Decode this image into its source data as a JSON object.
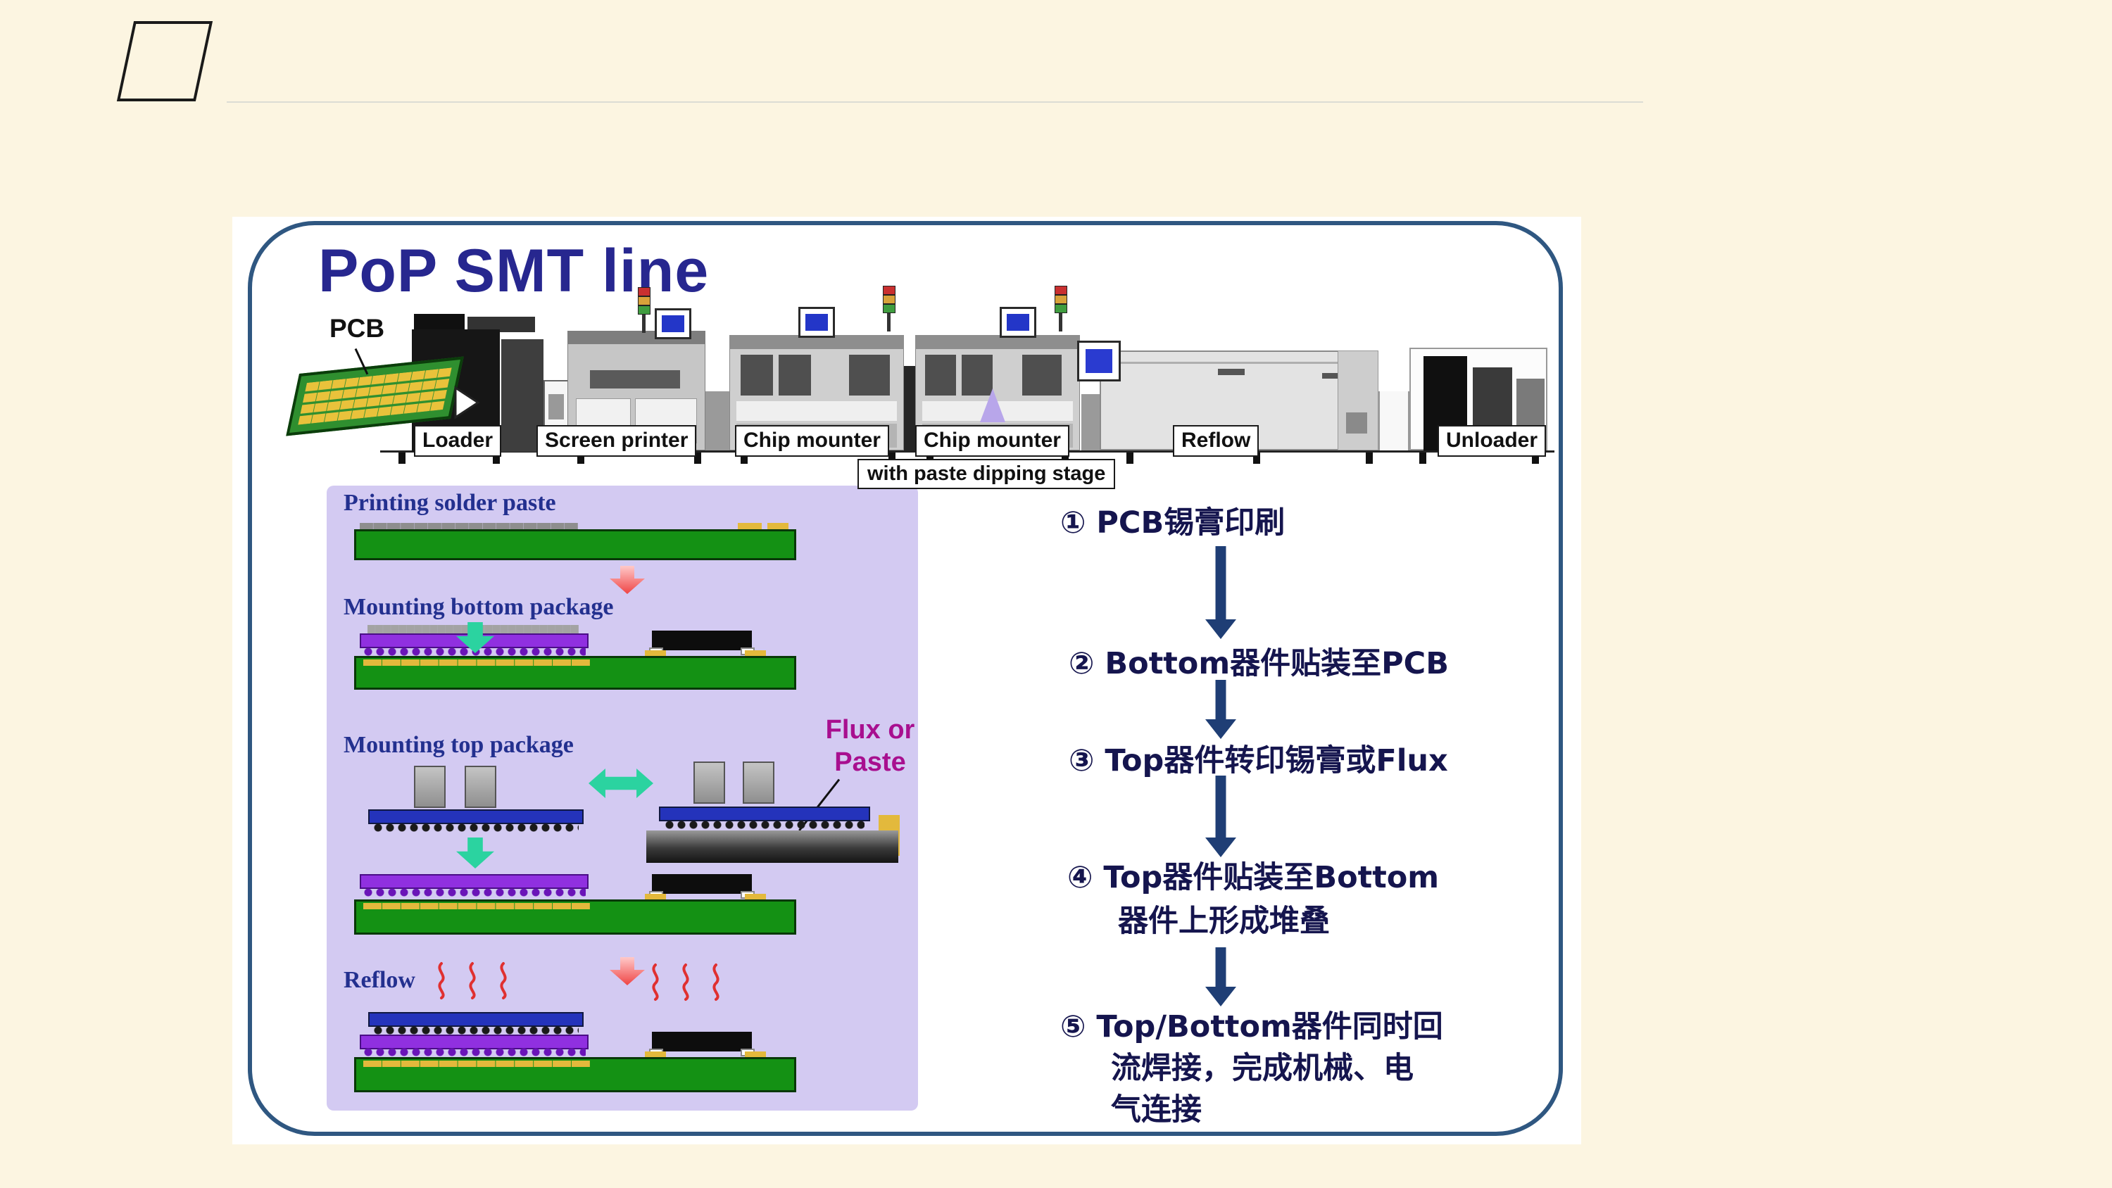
{
  "title": "PoP SMT line",
  "smt_line": {
    "pcb_label": "PCB",
    "machine_labels": [
      "Loader",
      "Screen printer",
      "Chip mounter",
      "Chip mounter",
      "Reflow",
      "Unloader"
    ],
    "stage_note": "with paste dipping stage"
  },
  "process_panel": {
    "captions": [
      "Printing solder paste",
      "Mounting bottom package",
      "Mounting top package",
      "Reflow"
    ],
    "flux_label": {
      "line1": "Flux or",
      "line2": "Paste"
    }
  },
  "flow_steps": [
    {
      "line1": "① PCB锡膏印刷"
    },
    {
      "line1": "② Bottom器件贴装至PCB"
    },
    {
      "line1": "③ Top器件转印锡膏或Flux"
    },
    {
      "line1": "④ Top器件贴装至Bottom",
      "line2": "器件上形成堆叠"
    },
    {
      "line1": "⑤ Top/Bottom器件同时回",
      "line2": "流焊接，完成机械、电",
      "line3": "气连接"
    }
  ],
  "icons": {
    "signal-tower-icon": "red/yellow/green stack lights",
    "monitor-icon": "blue screen",
    "pcb-feed-arrow-icon": "▶",
    "red-down-arrow-icon": "▼",
    "teal-down-arrow-icon": "▼",
    "teal-double-arrow-icon": "⇄",
    "flow-arrow-down-icon": "↓",
    "heat-squiggle-icon": "∿"
  },
  "colors": {
    "bg": "#FCF5E1",
    "frame_border": "#2F5781",
    "title": "#27278F",
    "panel_bg": "#D3CAF2",
    "caption": "#23308F",
    "step_text": "#15154E",
    "flow_arrow": "#1F3E75",
    "teal": "#2BD3A0",
    "red": "#EF4444",
    "red_light": "#FFC9C9",
    "magenta": "#A80F8F",
    "board_green": "#149114",
    "board_green_dark": "#083808",
    "pkg_purple": "#9030E0",
    "pkg_blue": "#2433BB",
    "pad_gold": "#E3B93C"
  }
}
